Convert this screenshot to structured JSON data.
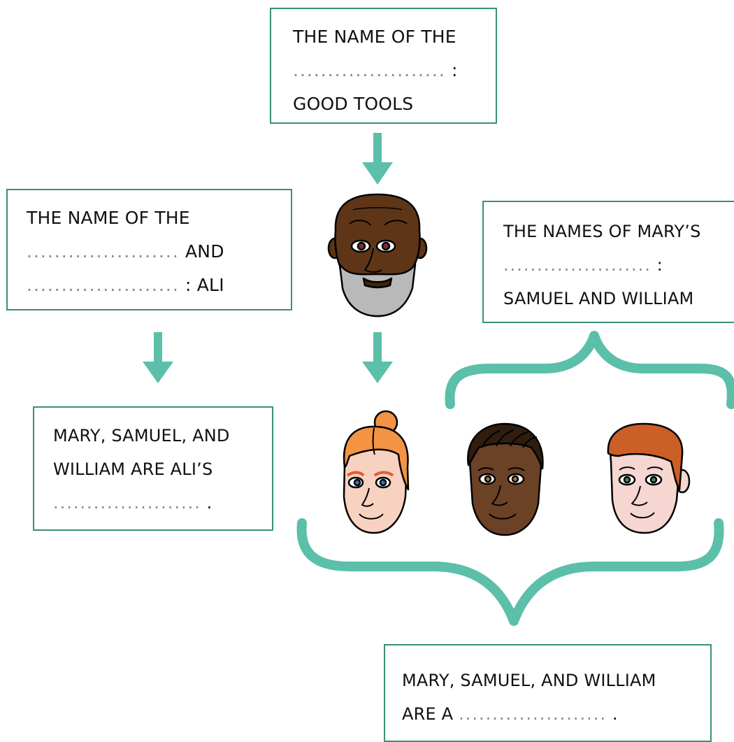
{
  "accent": "#5bbfa9",
  "border": "#3a8f79",
  "boxes": {
    "top": {
      "l1": "THE NAME OF THE",
      "l2_dots": "......................",
      "l2_end": " :",
      "l3": "GOOD TOOLS"
    },
    "left": {
      "l1": "THE NAME OF THE",
      "l2_dots": "......................",
      "l2_end": " AND",
      "l3_dots": "......................",
      "l3_end": " : ALI"
    },
    "right": {
      "l1": "THE NAMES OF MARY’S",
      "l2_dots": "......................",
      "l2_end": " :",
      "l3": "SAMUEL AND WILLIAM"
    },
    "middle": {
      "l1": "MARY, SAMUEL, AND",
      "l2": "WILLIAM ARE ALI’S",
      "l3_dots": "......................",
      "l3_end": " ."
    },
    "bottom": {
      "l1": "MARY, SAMUEL, AND WILLIAM",
      "l2_start": "ARE A ",
      "l2_dots": "......................",
      "l2_end": " ."
    }
  },
  "faces": [
    "grandfather-face",
    "mary-face",
    "samuel-face",
    "william-face"
  ]
}
